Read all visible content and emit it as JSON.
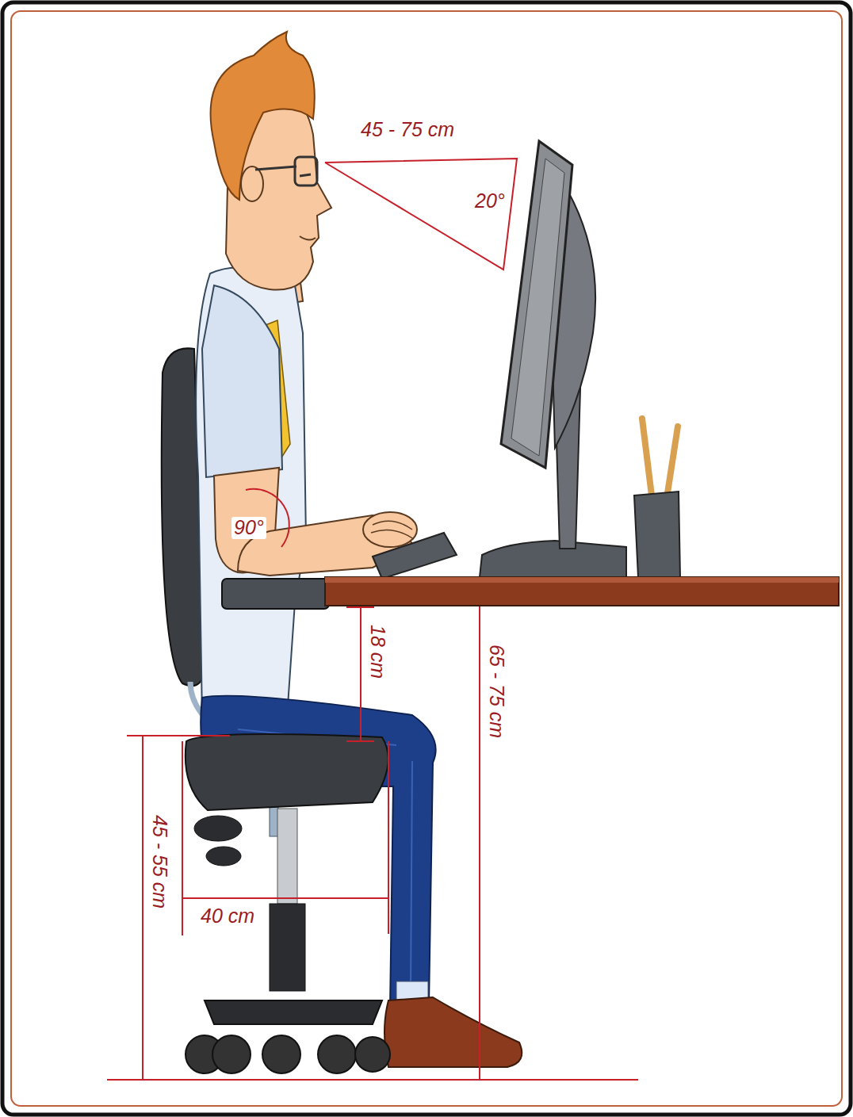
{
  "diagram": {
    "labels": [
      "45 - 75 cm",
      "20°",
      "90°",
      "18 cm",
      "65 - 75 cm",
      "45 - 55 cm",
      "40 cm"
    ]
  }
}
